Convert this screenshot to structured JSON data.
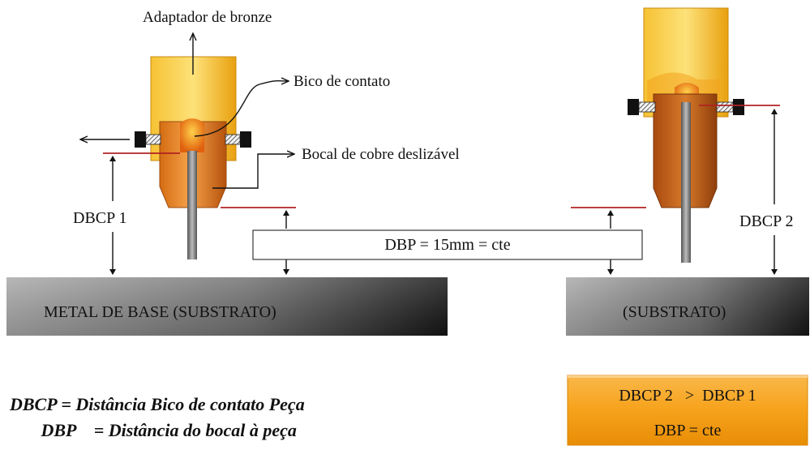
{
  "labels": {
    "adaptador": "Adaptador  de  bronze",
    "bico": "Bico de contato",
    "bocal": "Bocal  de  cobre  deslizável",
    "dbcp1": "DBCP 1",
    "dbcp2": "DBCP 2",
    "dbp_box": "DBP = 15mm = cte",
    "substrate_left": "METAL DE BASE (SUBSTRATO)",
    "substrate_right": "(SUBSTRATO)"
  },
  "legend": {
    "line1_term": "DBCP",
    "line1_def": " = Distância Bico de contato Peça",
    "line2_term": "DBP",
    "line2_def": "    = Distância do bocal à peça"
  },
  "comparison": {
    "line1": "DBCP 2   >  DBCP 1",
    "line2": "DBP = cte"
  },
  "colors": {
    "bronze_light": "#fde27a",
    "bronze_dark": "#e9a00f",
    "copper_light": "#f5a24a",
    "copper_dark": "#b5520c",
    "wire": "#777777",
    "marker": "#b22222",
    "substrate_light": "#9a9a9a",
    "substrate_dark": "#1e1e1e",
    "box_orange": "#f7a21b"
  }
}
